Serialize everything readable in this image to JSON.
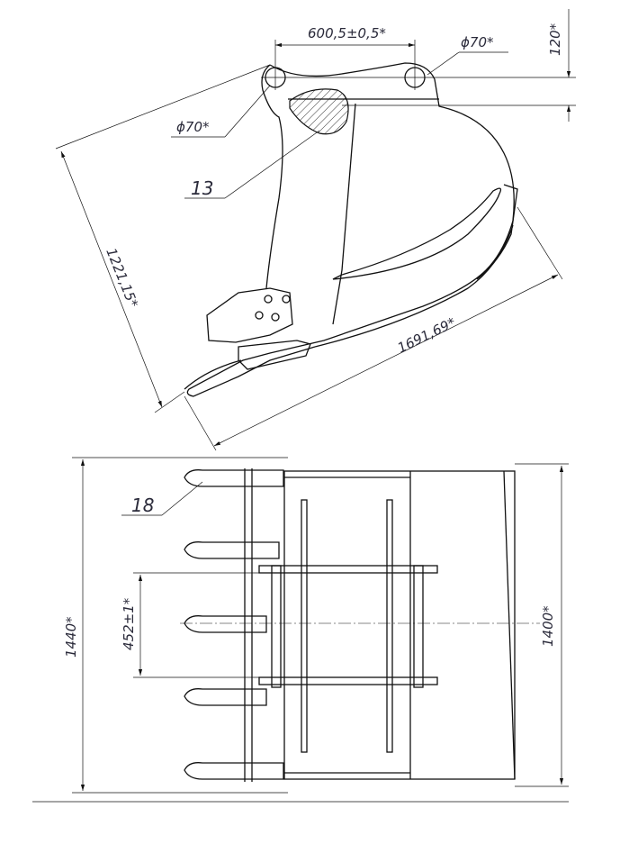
{
  "title": "Excavator bucket drawing",
  "side_view": {
    "pin_distance": "600,5±0,5*",
    "pin_diameter_right": "ϕ70*",
    "pin_diameter_left": "ϕ70*",
    "pin_height": "120*",
    "part_13": "13",
    "depth": "1221,15*",
    "length": "1691,69*"
  },
  "top_view": {
    "part_18": "18",
    "overall_width": "1440*",
    "tooth_spacing": "452±1*",
    "inner_width": "1400*"
  },
  "colors": {
    "line": "#111111",
    "text": "#2a2a3a"
  }
}
